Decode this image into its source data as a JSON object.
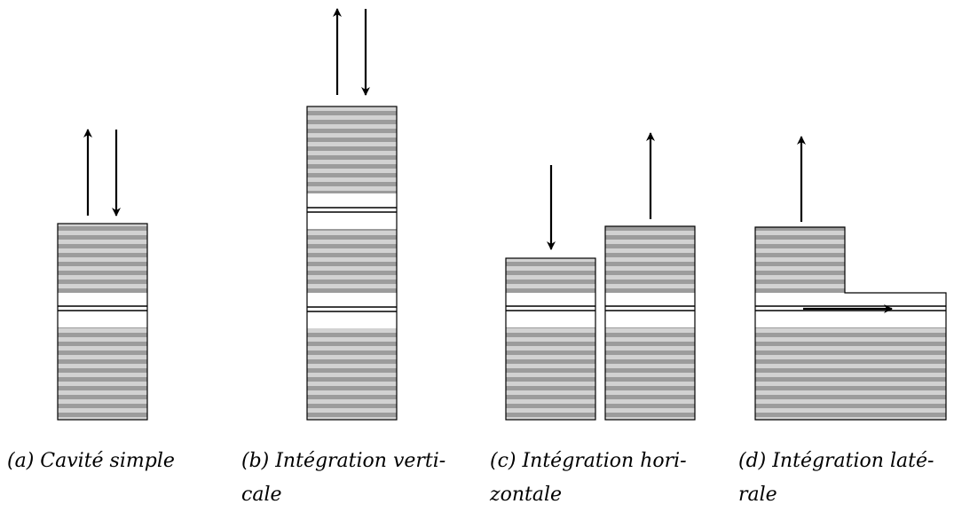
{
  "panels": [
    {
      "id": "a",
      "caption_line1": "(a) Cavité simple",
      "caption_line2": ""
    },
    {
      "id": "b",
      "caption_line1": "(b) Intégration verti-",
      "caption_line2": "cale"
    },
    {
      "id": "c",
      "caption_line1": "(c) Intégration hori-",
      "caption_line2": "zontale"
    },
    {
      "id": "d",
      "caption_line1": "(d) Intégration laté-",
      "caption_line2": "rale"
    }
  ],
  "colors": {
    "mirror_light": "#d2d2d2",
    "mirror_dark": "#9c9c9c",
    "cavity": "#ffffff",
    "outline": "#000000"
  }
}
